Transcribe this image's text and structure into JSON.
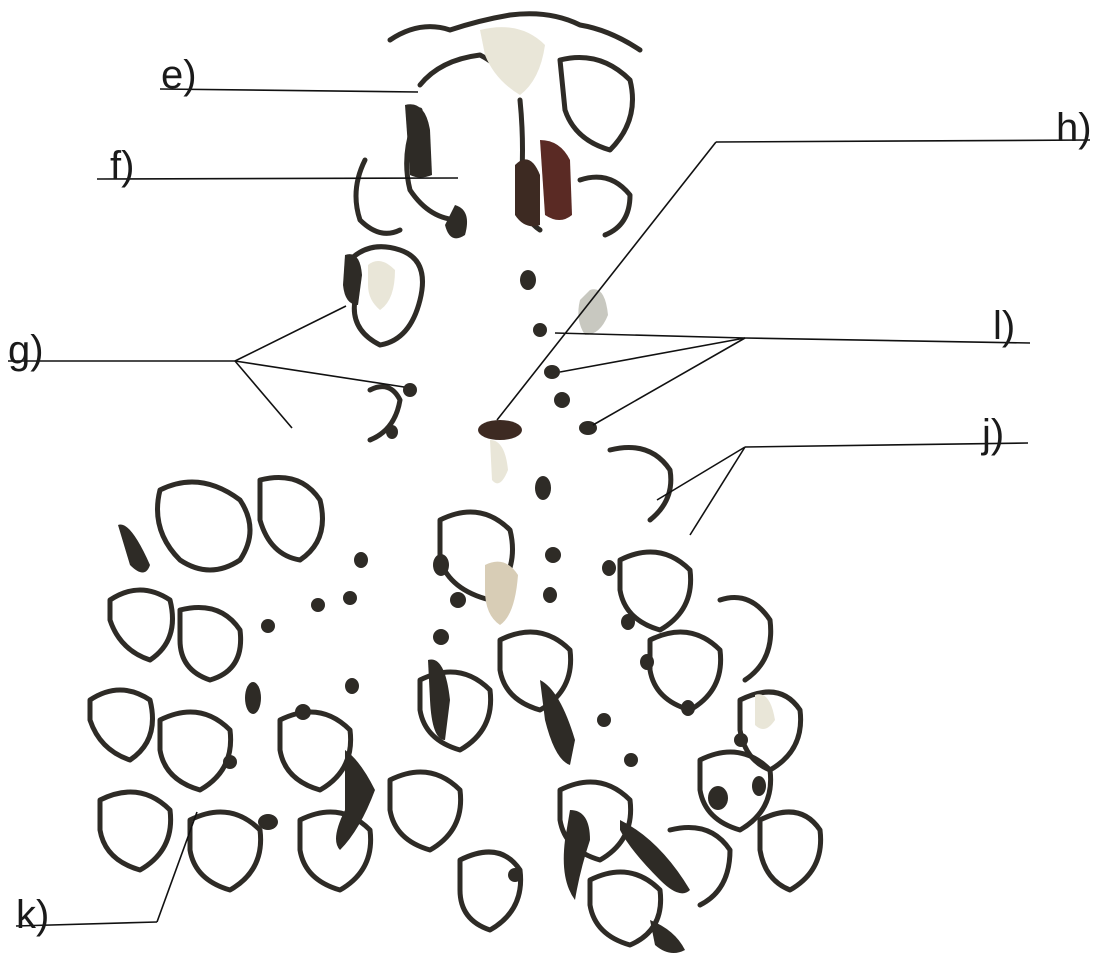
{
  "labels": {
    "e": "e)",
    "f": "f)",
    "g": "g)",
    "h": "h)",
    "i": "l)",
    "j": "j)",
    "k": "k)"
  },
  "colors": {
    "tissue": "#2e2b26",
    "tissue_dark": "#3d2a22",
    "blood": "#5a2a24",
    "pale": "#e9e6d8",
    "pale_grey": "#c8c8c0",
    "tan": "#d8cdb6",
    "line": "#111111"
  },
  "icons": [
    "lung-lobule-illustration"
  ]
}
